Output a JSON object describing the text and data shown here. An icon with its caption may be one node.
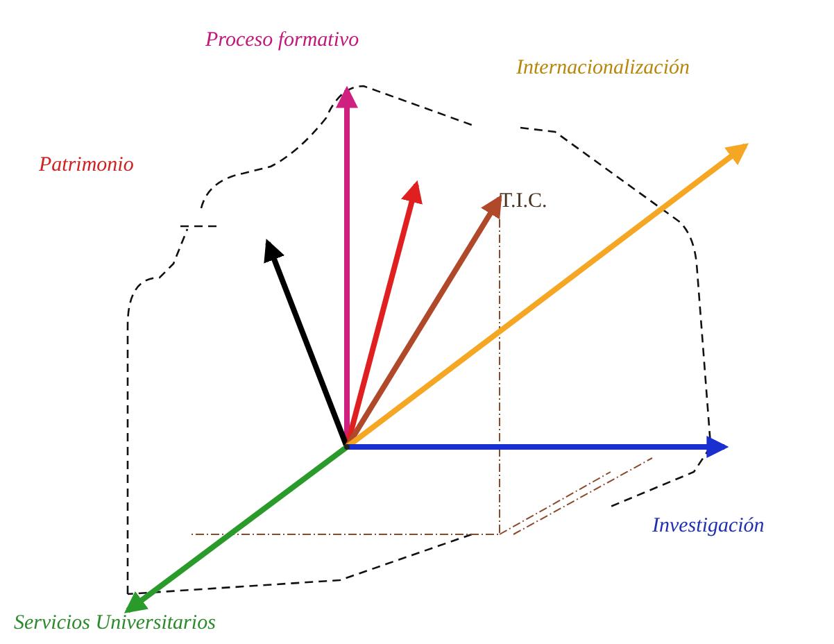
{
  "diagram": {
    "nodes": [
      {
        "text": [],
        "shape": "point"
      },
      {
        "text": [
          "T.I.C."
        ]
      },
      {
        "text": [
          "Servicios Universitarios"
        ]
      }
    ],
    "edges": [
      {
        "from": 0,
        "to": null,
        "arrow": "to",
        "color": "#d0207f"
      },
      {
        "from": 0,
        "to": null,
        "arrow": "to",
        "color": "#e02020"
      },
      {
        "from": 0,
        "to": null,
        "arrow": "to",
        "color": "#000000"
      },
      {
        "from": 0,
        "to": 1,
        "arrow": "to",
        "color": "#b0482a"
      },
      {
        "from": 0,
        "to": null,
        "arrow": "to",
        "color": "#f5a623"
      },
      {
        "from": 0,
        "to": null,
        "arrow": "to",
        "color": "#1a2fd0"
      },
      {
        "from": 0,
        "to": 2,
        "arrow": "to",
        "color": "#2a9a2a"
      }
    ],
    "labels": [
      "Proceso formativo",
      "Patrimonio",
      "Internacionalización",
      "Investigación"
    ]
  }
}
